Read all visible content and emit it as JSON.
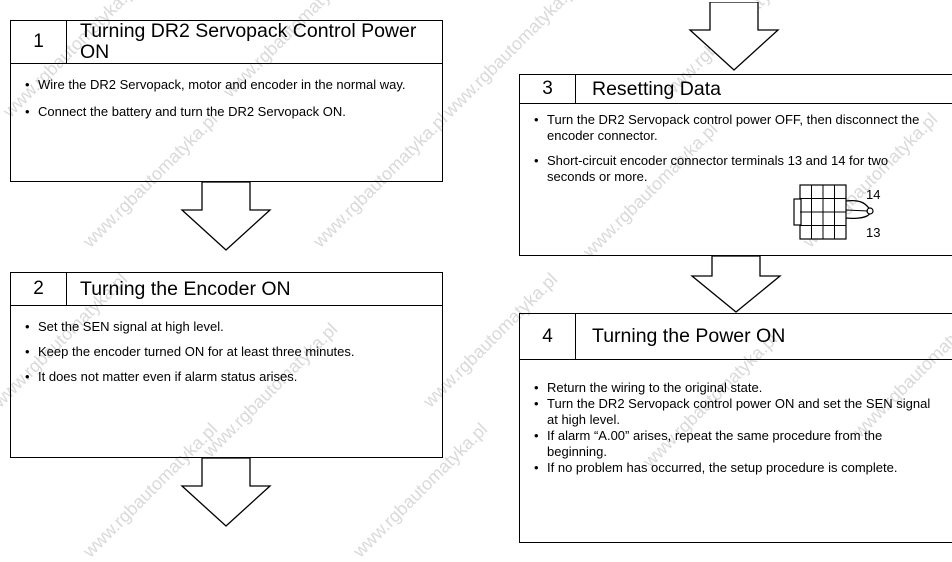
{
  "watermark": "www.rgbautomatyka.pl",
  "steps": [
    {
      "number": "1",
      "title": "Turning DR2 Servopack Control Power ON",
      "items": [
        "Wire the DR2 Servopack, motor and encoder in the normal way.",
        "Connect the battery and turn the DR2 Servopack ON."
      ]
    },
    {
      "number": "2",
      "title": "Turning the Encoder ON",
      "items": [
        "Set the SEN signal at high level.",
        "Keep the encoder turned ON for at least three minutes.",
        "It does not matter even if alarm status arises."
      ]
    },
    {
      "number": "3",
      "title": "Resetting Data",
      "items": [
        "Turn the DR2 Servopack control power OFF, then disconnect the encoder connector.",
        "Short-circuit encoder connector terminals 13 and 14 for two seconds or more."
      ],
      "connector_labels": [
        "14",
        "13"
      ]
    },
    {
      "number": "4",
      "title": "Turning the Power ON",
      "items": [
        "Return the wiring to the original state.",
        "Turn the DR2 Servopack control power ON and set the SEN signal at high level.",
        "If alarm “A.00” arises, repeat the same procedure from the beginning.",
        "If no problem has occurred, the setup procedure is complete."
      ]
    }
  ]
}
